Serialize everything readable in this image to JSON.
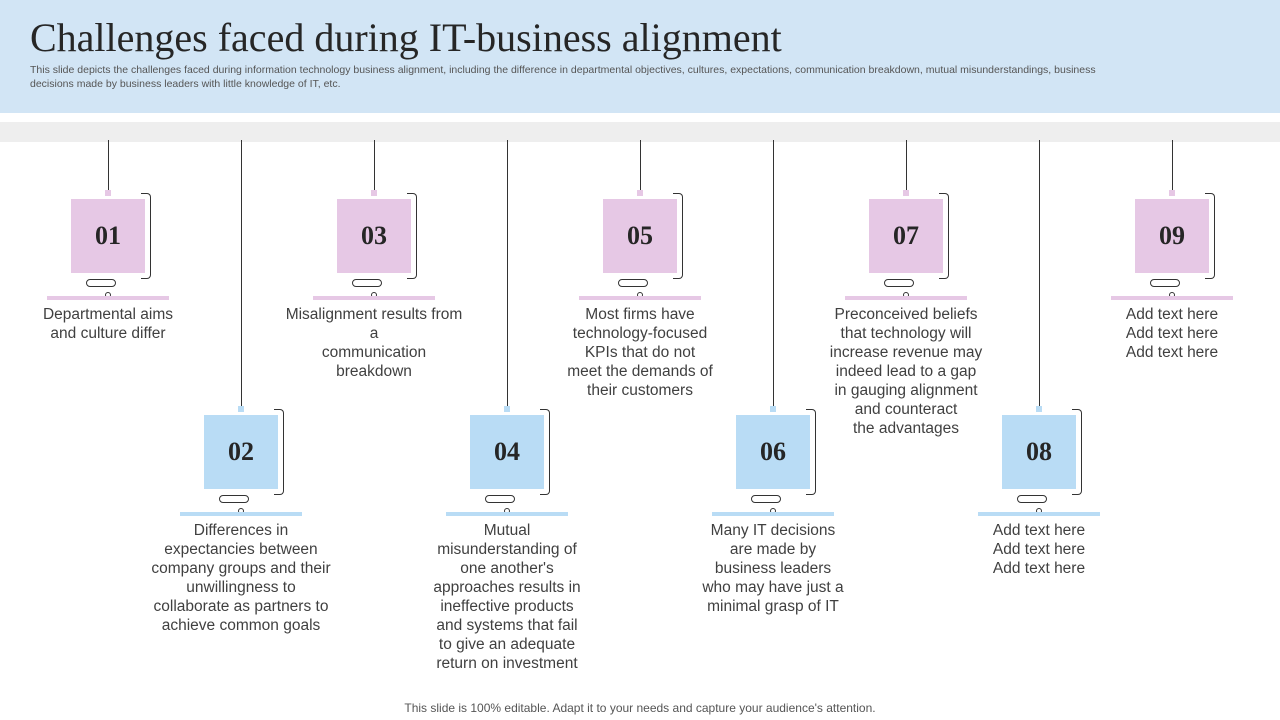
{
  "title": "Challenges faced during IT-business alignment",
  "subtitle": "This slide depicts the challenges faced during information technology business alignment, including the difference in departmental objectives, cultures, expectations, communication breakdown, mutual misunderstandings, business decisions made by business leaders with little knowledge of IT,  etc.",
  "items": [
    {
      "num": "01",
      "text": "Departmental aims\nand culture differ"
    },
    {
      "num": "02",
      "text": "Differences in\nexpectancies between\ncompany groups and their\nunwillingness  to\ncollaborate as partners to\nachieve common goals"
    },
    {
      "num": "03",
      "text": "Misalignment results from a\ncommunication breakdown"
    },
    {
      "num": "04",
      "text": "Mutual\nmisunderstanding of\none another's\napproaches results in\nineffective products\nand systems that fail\nto give an adequate\nreturn  on investment"
    },
    {
      "num": "05",
      "text": "Most firms have\ntechnology-focused\nKPIs that do not\nmeet the demands of\ntheir customers"
    },
    {
      "num": "06",
      "text": "Many IT decisions\nare made by\nbusiness leaders\nwho may have just a\nminimal grasp of IT"
    },
    {
      "num": "07",
      "text": "Preconceived beliefs\nthat technology  will\nincrease revenue may\nindeed lead to a gap\nin gauging alignment\nand counteract\nthe advantages"
    },
    {
      "num": "08",
      "text": "Add text here\nAdd text here\nAdd text here"
    },
    {
      "num": "09",
      "text": "Add text here\nAdd text here\nAdd text here"
    }
  ],
  "footer": "This slide is 100% editable. Adapt it to your needs and capture your audience's attention.",
  "colors": {
    "header_bg": "#d2e5f5",
    "top_box": "#e6c8e5",
    "bottom_box": "#b9dcf5"
  }
}
